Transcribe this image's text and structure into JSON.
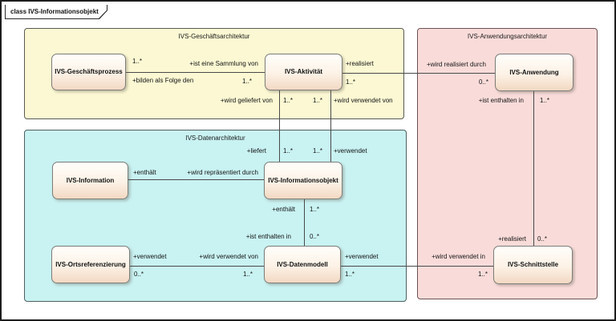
{
  "frame": {
    "title": "class IVS-Informationsobjekt"
  },
  "regions": {
    "business": {
      "label": "IVS-Geschäftsarchitektur",
      "fill": "#fbf8d3"
    },
    "data": {
      "label": "IVS-Datenarchitektur",
      "fill": "#c9f2f2"
    },
    "application": {
      "label": "IVS-Anwendungsarchitektur",
      "fill": "#f9dcda"
    }
  },
  "nodes": {
    "geschaeftsprozess": {
      "label": "IVS-Geschäftsprozess"
    },
    "aktivitaet": {
      "label": "IVS-Aktivität"
    },
    "anwendung": {
      "label": "IVS-Anwendung"
    },
    "information": {
      "label": "IVS-Information"
    },
    "informationsobjekt": {
      "label": "IVS-Informationsobjekt"
    },
    "ortsreferenzierung": {
      "label": "IVS-Ortsreferenzierung"
    },
    "datenmodell": {
      "label": "IVS-Datenmodell"
    },
    "schnittstelle": {
      "label": "IVS-Schnittstelle"
    }
  },
  "edges": {
    "prozess_aktivitaet": {
      "mult_top_left": "1..*",
      "role_top_right": "+ist eine Sammlung von",
      "role_bottom_left": "+bilden als Folge den",
      "mult_bottom_right": "1..*"
    },
    "aktivitaet_anwendung": {
      "role_left": "+realisiert",
      "mult_left": "1..*",
      "role_right": "+wird realisiert durch",
      "mult_right": "0..*"
    },
    "aktivitaet_liefert_infoobjekt": {
      "role_top": "+wird geliefert von",
      "mult_top": "1..*",
      "role_bottom": "+liefert",
      "mult_bottom": "1..*"
    },
    "aktivitaet_verwendet_infoobjekt": {
      "mult_top": "1..*",
      "role_top": "+wird verwendet von",
      "mult_bottom": "1..*",
      "role_bottom": "+verwendet"
    },
    "information_infoobjekt": {
      "role_left": "+enthält",
      "role_right": "+wird repräsentiert durch"
    },
    "infoobjekt_datenmodell": {
      "role_top": "+enthält",
      "mult_top": "1..*",
      "role_bottom": "+ist enthalten in",
      "mult_bottom": "0..*"
    },
    "orts_datenmodell": {
      "role_left": "+verwendet",
      "mult_left": "0..*",
      "role_right": "+wird verwendet von",
      "mult_right": "1..*"
    },
    "datenmodell_schnittstelle": {
      "role_left": "+verwendet",
      "mult_left": "1..*",
      "role_right": "+wird verwendet in",
      "mult_right": "1..*"
    },
    "anwendung_schnittstelle": {
      "role_top": "+ist enthalten in",
      "mult_top": "1..*",
      "role_bottom": "+realisiert",
      "mult_bottom": "0..*"
    }
  },
  "colors": {
    "region_business": "#fbf8d3",
    "region_data": "#c9f2f2",
    "region_application": "#f9dcda",
    "node_fill_top": "#fffefb",
    "node_fill_bottom": "#f2d8c3",
    "line": "#494949"
  }
}
